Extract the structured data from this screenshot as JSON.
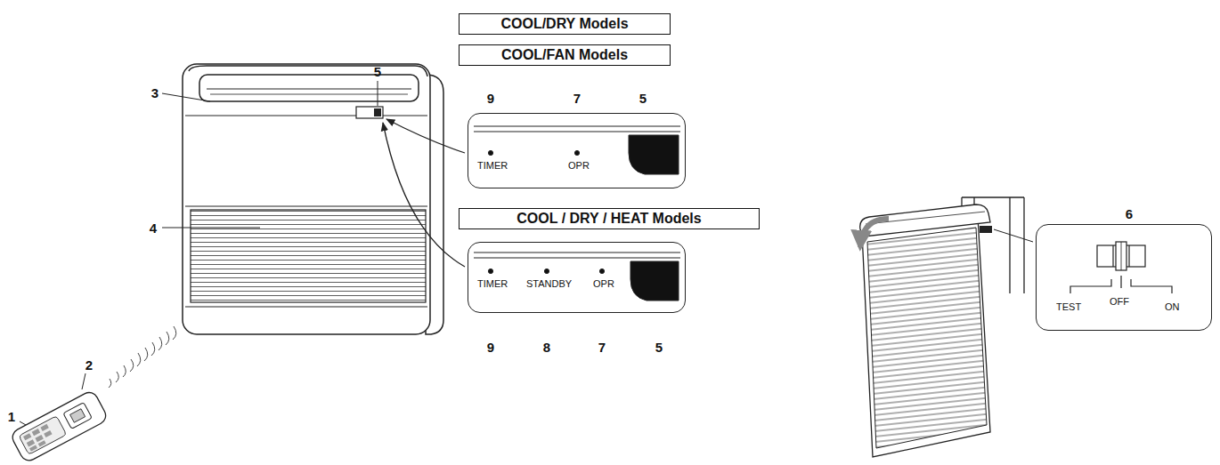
{
  "diagram": {
    "nodes": [
      {
        "text": [
          "COOL/DRY Models"
        ]
      },
      {
        "text": [
          "COOL/FAN Models"
        ]
      },
      {
        "text": [
          "TIMER",
          "OPR"
        ]
      },
      {
        "text": [
          "COOL / DRY / HEAT Models"
        ]
      },
      {
        "text": [
          "TIMER",
          "STANDBY",
          "OPR"
        ]
      },
      {
        "text": [
          "TEST",
          "OFF",
          "ON"
        ]
      }
    ],
    "labels": [
      "3",
      "5",
      "9",
      "7",
      "5",
      "4",
      "9",
      "8",
      "7",
      "5",
      "2",
      "1",
      "6"
    ]
  }
}
